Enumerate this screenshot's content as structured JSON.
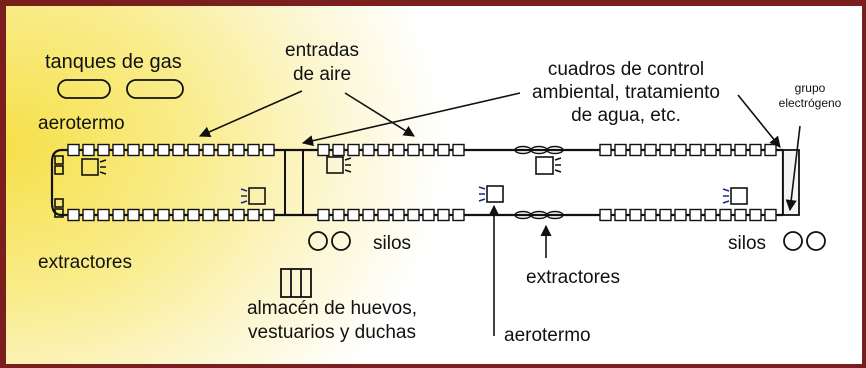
{
  "labels": {
    "tanques": "tanques de gas",
    "aerotermo_left": "aerotermo",
    "extractores_left": "extractores",
    "entradas_1": "entradas",
    "entradas_2": "de aire",
    "cuadros_1": "cuadros de control",
    "cuadros_2": "ambiental, tratamiento",
    "cuadros_3": "de agua, etc.",
    "grupo_1": "grupo",
    "grupo_2": "electrógeno",
    "silos_mid": "silos",
    "silos_right": "silos",
    "extractores_mid": "extractores",
    "almacen_1": "almacén de huevos,",
    "almacen_2": "vestuarios y duchas",
    "aerotermo_bottom": "aerotermo"
  },
  "colors": {
    "border": "#7a1e1e",
    "ink": "#111111",
    "gradient_yellow": "#f6e04a"
  }
}
